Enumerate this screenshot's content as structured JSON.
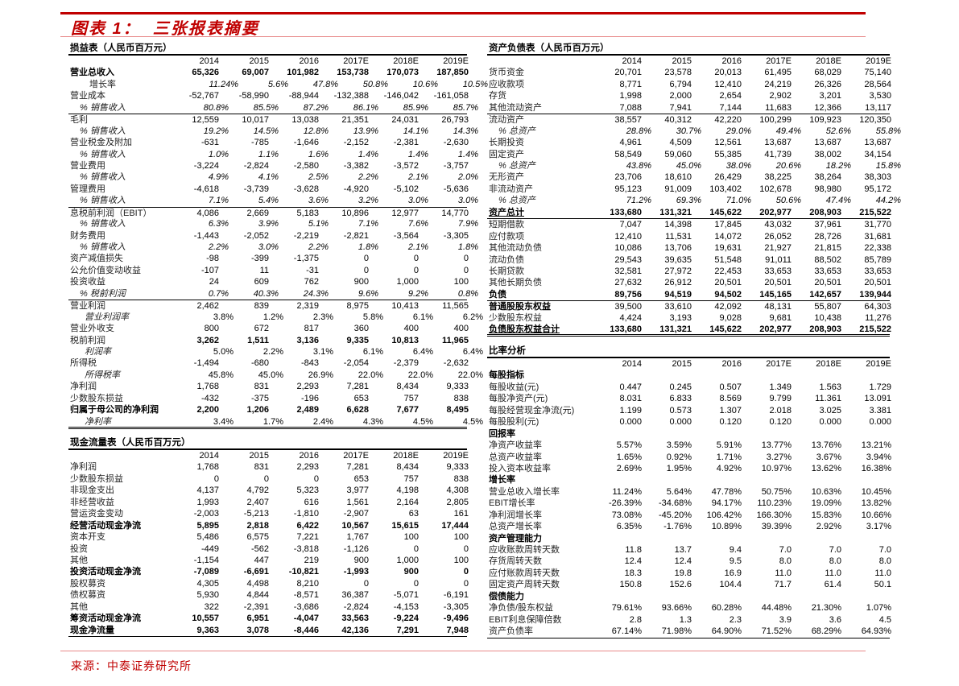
{
  "header": {
    "title": "图表 1：  三张报表摘要"
  },
  "footer": {
    "source": "来源：中泰证券研究所"
  },
  "colors": {
    "accent": "#c00000"
  },
  "years": [
    "2014",
    "2015",
    "2016",
    "2017E",
    "2018E",
    "2019E"
  ],
  "income": {
    "title": "损益表（人民币百万元）",
    "rows": [
      {
        "label": "营业总收入",
        "style": "b",
        "values": [
          "65,326",
          "69,007",
          "101,982",
          "153,738",
          "170,073",
          "187,850"
        ]
      },
      {
        "label": "增长率",
        "style": "g",
        "values": [
          "11.24%",
          "5.6%",
          "47.8%",
          "50.8%",
          "10.6%",
          "10.5%"
        ]
      },
      {
        "label": "营业成本",
        "style": "",
        "values": [
          "-52,767",
          "-58,990",
          "-88,944",
          "-132,388",
          "-146,042",
          "-161,058"
        ]
      },
      {
        "label": "% 销售收入",
        "style": "p",
        "values": [
          "80.8%",
          "85.5%",
          "87.2%",
          "86.1%",
          "85.9%",
          "85.7%"
        ]
      },
      {
        "label": "毛利",
        "style": "top",
        "values": [
          "12,559",
          "10,017",
          "13,038",
          "21,351",
          "24,031",
          "26,793"
        ]
      },
      {
        "label": "% 销售收入",
        "style": "p",
        "values": [
          "19.2%",
          "14.5%",
          "12.8%",
          "13.9%",
          "14.1%",
          "14.3%"
        ]
      },
      {
        "label": "营业税金及附加",
        "style": "",
        "values": [
          "-631",
          "-785",
          "-1,646",
          "-2,152",
          "-2,381",
          "-2,630"
        ]
      },
      {
        "label": "% 销售收入",
        "style": "p",
        "values": [
          "1.0%",
          "1.1%",
          "1.6%",
          "1.4%",
          "1.4%",
          "1.4%"
        ]
      },
      {
        "label": "营业费用",
        "style": "",
        "values": [
          "-3,224",
          "-2,824",
          "-2,580",
          "-3,382",
          "-3,572",
          "-3,757"
        ]
      },
      {
        "label": "% 销售收入",
        "style": "p",
        "values": [
          "4.9%",
          "4.1%",
          "2.5%",
          "2.2%",
          "2.1%",
          "2.0%"
        ]
      },
      {
        "label": "管理费用",
        "style": "",
        "values": [
          "-4,618",
          "-3,739",
          "-3,628",
          "-4,920",
          "-5,102",
          "-5,636"
        ]
      },
      {
        "label": "% 销售收入",
        "style": "p",
        "values": [
          "7.1%",
          "5.4%",
          "3.6%",
          "3.2%",
          "3.0%",
          "3.0%"
        ]
      },
      {
        "label": "息税前利润（EBIT）",
        "style": "top",
        "values": [
          "4,086",
          "2,669",
          "5,183",
          "10,896",
          "12,977",
          "14,770"
        ]
      },
      {
        "label": "% 销售收入",
        "style": "p",
        "values": [
          "6.3%",
          "3.9%",
          "5.1%",
          "7.1%",
          "7.6%",
          "7.9%"
        ]
      },
      {
        "label": "财务费用",
        "style": "",
        "values": [
          "-1,443",
          "-2,052",
          "-2,219",
          "-2,821",
          "-3,564",
          "-3,305"
        ]
      },
      {
        "label": "% 销售收入",
        "style": "p",
        "values": [
          "2.2%",
          "3.0%",
          "2.2%",
          "1.8%",
          "2.1%",
          "1.8%"
        ]
      },
      {
        "label": "资产减值损失",
        "style": "",
        "values": [
          "-98",
          "-399",
          "-1,375",
          "0",
          "0",
          "0"
        ]
      },
      {
        "label": "公允价值变动收益",
        "style": "",
        "values": [
          "-107",
          "11",
          "-31",
          "0",
          "0",
          "0"
        ]
      },
      {
        "label": "投资收益",
        "style": "",
        "values": [
          "24",
          "609",
          "762",
          "900",
          "1,000",
          "100"
        ]
      },
      {
        "label": "% 税前利润",
        "style": "p",
        "values": [
          "0.7%",
          "40.3%",
          "24.3%",
          "9.6%",
          "9.2%",
          "0.8%"
        ]
      },
      {
        "label": "营业利润",
        "style": "top",
        "values": [
          "2,462",
          "839",
          "2,319",
          "8,975",
          "10,413",
          "11,565"
        ]
      },
      {
        "label": "营业利润率",
        "style": "pi",
        "values": [
          "3.8%",
          "1.2%",
          "2.3%",
          "5.8%",
          "6.1%",
          "6.2%"
        ]
      },
      {
        "label": "营业外收支",
        "style": "",
        "values": [
          "800",
          "672",
          "817",
          "360",
          "400",
          "400"
        ]
      },
      {
        "label": "税前利润",
        "style": "bv",
        "values": [
          "3,262",
          "1,511",
          "3,136",
          "9,335",
          "10,813",
          "11,965"
        ]
      },
      {
        "label": "利润率",
        "style": "pi",
        "values": [
          "5.0%",
          "2.2%",
          "3.1%",
          "6.1%",
          "6.4%",
          "6.4%"
        ]
      },
      {
        "label": "所得税",
        "style": "",
        "values": [
          "-1,494",
          "-680",
          "-843",
          "-2,054",
          "-2,379",
          "-2,632"
        ]
      },
      {
        "label": "所得税率",
        "style": "pi",
        "values": [
          "45.8%",
          "45.0%",
          "26.9%",
          "22.0%",
          "22.0%",
          "22.0%"
        ]
      },
      {
        "label": "净利润",
        "style": "",
        "values": [
          "1,768",
          "831",
          "2,293",
          "7,281",
          "8,434",
          "9,333"
        ]
      },
      {
        "label": "少数股东损益",
        "style": "",
        "values": [
          "-432",
          "-375",
          "-196",
          "653",
          "757",
          "838"
        ]
      },
      {
        "label": "归属于母公司的净利润",
        "style": "b",
        "values": [
          "2,200",
          "1,206",
          "2,489",
          "6,628",
          "7,677",
          "8,495"
        ]
      },
      {
        "label": "净利率",
        "style": "pi last",
        "values": [
          "3.4%",
          "1.7%",
          "2.4%",
          "4.3%",
          "4.5%",
          "4.5%"
        ]
      }
    ]
  },
  "cashflow": {
    "title": "现金流量表（人民币百万元）",
    "rows": [
      {
        "label": "净利润",
        "style": "",
        "values": [
          "1,768",
          "831",
          "2,293",
          "7,281",
          "8,434",
          "9,333"
        ]
      },
      {
        "label": "少数股东损益",
        "style": "",
        "values": [
          "0",
          "0",
          "0",
          "653",
          "757",
          "838"
        ]
      },
      {
        "label": "非现金支出",
        "style": "",
        "values": [
          "4,137",
          "4,792",
          "5,323",
          "3,977",
          "4,198",
          "4,308"
        ]
      },
      {
        "label": "非经营收益",
        "style": "",
        "values": [
          "1,993",
          "2,407",
          "616",
          "1,561",
          "2,164",
          "2,805"
        ]
      },
      {
        "label": "营运资金变动",
        "style": "",
        "values": [
          "-2,003",
          "-5,213",
          "-1,810",
          "-2,907",
          "63",
          "161"
        ]
      },
      {
        "label": "经营活动现金净流",
        "style": "b",
        "values": [
          "5,895",
          "2,818",
          "6,422",
          "10,567",
          "15,615",
          "17,444"
        ]
      },
      {
        "label": "资本开支",
        "style": "",
        "values": [
          "5,486",
          "6,575",
          "7,221",
          "1,767",
          "100",
          "100"
        ]
      },
      {
        "label": "投资",
        "style": "",
        "values": [
          "-449",
          "-562",
          "-3,818",
          "-1,126",
          "0",
          "0"
        ]
      },
      {
        "label": "其他",
        "style": "",
        "values": [
          "-1,154",
          "447",
          "219",
          "900",
          "1,000",
          "100"
        ]
      },
      {
        "label": "投资活动现金净流",
        "style": "b",
        "values": [
          "-7,089",
          "-6,691",
          "-10,821",
          "-1,993",
          "900",
          "0"
        ]
      },
      {
        "label": "股权募资",
        "style": "",
        "values": [
          "4,305",
          "4,498",
          "8,210",
          "0",
          "0",
          "0"
        ]
      },
      {
        "label": "债权募资",
        "style": "",
        "values": [
          "5,930",
          "4,844",
          "-8,571",
          "36,387",
          "-5,071",
          "-6,191"
        ]
      },
      {
        "label": "其他",
        "style": "",
        "values": [
          "322",
          "-2,391",
          "-3,686",
          "-2,824",
          "-4,153",
          "-3,305"
        ]
      },
      {
        "label": "筹资活动现金净流",
        "style": "b",
        "values": [
          "10,557",
          "6,951",
          "-4,047",
          "33,563",
          "-9,224",
          "-9,496"
        ]
      },
      {
        "label": "现金净流量",
        "style": "b lastthin",
        "values": [
          "9,363",
          "3,078",
          "-8,446",
          "42,136",
          "7,291",
          "7,948"
        ]
      }
    ]
  },
  "balance": {
    "title": "资产负债表（人民币百万元）",
    "rows": [
      {
        "label": "货币资金",
        "style": "",
        "values": [
          "20,701",
          "23,578",
          "20,013",
          "61,495",
          "68,029",
          "75,140"
        ]
      },
      {
        "label": "应收款项",
        "style": "",
        "values": [
          "8,771",
          "6,794",
          "12,410",
          "24,219",
          "26,326",
          "28,564"
        ]
      },
      {
        "label": "存货",
        "style": "",
        "values": [
          "1,998",
          "2,000",
          "2,654",
          "2,902",
          "3,201",
          "3,530"
        ]
      },
      {
        "label": "其他流动资产",
        "style": "",
        "values": [
          "7,088",
          "7,941",
          "7,144",
          "11,683",
          "12,366",
          "13,117"
        ]
      },
      {
        "label": "流动资产",
        "style": "top",
        "values": [
          "38,557",
          "40,312",
          "42,220",
          "100,299",
          "109,923",
          "120,350"
        ]
      },
      {
        "label": "% 总资产",
        "style": "p",
        "values": [
          "28.8%",
          "30.7%",
          "29.0%",
          "49.4%",
          "52.6%",
          "55.8%"
        ]
      },
      {
        "label": "长期投资",
        "style": "",
        "values": [
          "4,961",
          "4,509",
          "12,561",
          "13,687",
          "13,687",
          "13,687"
        ]
      },
      {
        "label": "固定资产",
        "style": "",
        "values": [
          "58,549",
          "59,060",
          "55,385",
          "41,739",
          "38,002",
          "34,154"
        ]
      },
      {
        "label": "% 总资产",
        "style": "p",
        "values": [
          "43.8%",
          "45.0%",
          "38.0%",
          "20.6%",
          "18.2%",
          "15.8%"
        ]
      },
      {
        "label": "无形资产",
        "style": "",
        "values": [
          "23,706",
          "18,610",
          "26,429",
          "38,225",
          "38,264",
          "38,303"
        ]
      },
      {
        "label": "非流动资产",
        "style": "",
        "values": [
          "95,123",
          "91,009",
          "103,402",
          "102,678",
          "98,980",
          "95,172"
        ]
      },
      {
        "label": "% 总资产",
        "style": "p",
        "values": [
          "71.2%",
          "69.3%",
          "71.0%",
          "50.6%",
          "47.4%",
          "44.2%"
        ]
      },
      {
        "label": "资产总计",
        "style": "b u lastthin",
        "values": [
          "133,680",
          "131,321",
          "145,622",
          "202,977",
          "208,903",
          "215,522"
        ]
      },
      {
        "label": "短期借款",
        "style": "",
        "values": [
          "7,047",
          "14,398",
          "17,845",
          "43,032",
          "37,961",
          "31,770"
        ]
      },
      {
        "label": "应付款项",
        "style": "",
        "values": [
          "12,410",
          "11,531",
          "14,072",
          "26,052",
          "28,726",
          "31,681"
        ]
      },
      {
        "label": "其他流动负债",
        "style": "",
        "values": [
          "10,086",
          "13,706",
          "19,631",
          "21,927",
          "21,815",
          "22,338"
        ]
      },
      {
        "label": "流动负债",
        "style": "",
        "values": [
          "29,543",
          "39,635",
          "51,548",
          "91,011",
          "88,502",
          "85,789"
        ]
      },
      {
        "label": "长期贷款",
        "style": "",
        "values": [
          "32,581",
          "27,972",
          "22,453",
          "33,653",
          "33,653",
          "33,653"
        ]
      },
      {
        "label": "其他长期负债",
        "style": "",
        "values": [
          "27,632",
          "26,912",
          "20,501",
          "20,501",
          "20,501",
          "20,501"
        ]
      },
      {
        "label": "负债",
        "style": "b",
        "values": [
          "89,756",
          "94,519",
          "94,502",
          "145,165",
          "142,657",
          "139,944"
        ]
      },
      {
        "label": "普通股股东权益",
        "style": "h top",
        "values": [
          "39,500",
          "33,610",
          "42,092",
          "48,131",
          "55,807",
          "64,303"
        ]
      },
      {
        "label": "少数股东权益",
        "style": "",
        "values": [
          "4,424",
          "3,193",
          "9,028",
          "9,681",
          "10,438",
          "11,276"
        ]
      },
      {
        "label": "负债股东权益合计",
        "style": "b u last",
        "values": [
          "133,680",
          "131,321",
          "145,622",
          "202,977",
          "208,903",
          "215,522"
        ]
      }
    ]
  },
  "ratios": {
    "title": "比率分析",
    "rows": [
      {
        "label": "每股指标",
        "style": "h",
        "values": []
      },
      {
        "label": "每股收益(元)",
        "style": "",
        "values": [
          "0.447",
          "0.245",
          "0.507",
          "1.349",
          "1.563",
          "1.729"
        ]
      },
      {
        "label": "每股净资产(元)",
        "style": "",
        "values": [
          "8.031",
          "6.833",
          "8.569",
          "9.799",
          "11.361",
          "13.091"
        ]
      },
      {
        "label": "每股经营现金净流(元)",
        "style": "",
        "values": [
          "1.199",
          "0.573",
          "1.307",
          "2.018",
          "3.025",
          "3.381"
        ]
      },
      {
        "label": "每股股利(元)",
        "style": "",
        "values": [
          "0.000",
          "0.000",
          "0.120",
          "0.120",
          "0.000",
          "0.000"
        ]
      },
      {
        "label": "回报率",
        "style": "h",
        "values": []
      },
      {
        "label": "净资产收益率",
        "style": "",
        "values": [
          "5.57%",
          "3.59%",
          "5.91%",
          "13.77%",
          "13.76%",
          "13.21%"
        ]
      },
      {
        "label": "总资产收益率",
        "style": "",
        "values": [
          "1.65%",
          "0.92%",
          "1.71%",
          "3.27%",
          "3.67%",
          "3.94%"
        ]
      },
      {
        "label": "投入资本收益率",
        "style": "",
        "values": [
          "2.69%",
          "1.95%",
          "4.92%",
          "10.97%",
          "13.62%",
          "16.38%"
        ]
      },
      {
        "label": "增长率",
        "style": "h",
        "values": []
      },
      {
        "label": "营业总收入增长率",
        "style": "",
        "values": [
          "11.24%",
          "5.64%",
          "47.78%",
          "50.75%",
          "10.63%",
          "10.45%"
        ]
      },
      {
        "label": "EBIT增长率",
        "style": "",
        "values": [
          "-26.39%",
          "-34.68%",
          "94.17%",
          "110.23%",
          "19.09%",
          "13.82%"
        ]
      },
      {
        "label": "净利润增长率",
        "style": "",
        "values": [
          "73.08%",
          "-45.20%",
          "106.42%",
          "166.30%",
          "15.83%",
          "10.66%"
        ]
      },
      {
        "label": "总资产增长率",
        "style": "",
        "values": [
          "6.35%",
          "-1.76%",
          "10.89%",
          "39.39%",
          "2.92%",
          "3.17%"
        ]
      },
      {
        "label": "资产管理能力",
        "style": "h",
        "values": []
      },
      {
        "label": "应收账款周转天数",
        "style": "",
        "values": [
          "11.8",
          "13.7",
          "9.4",
          "7.0",
          "7.0",
          "7.0"
        ]
      },
      {
        "label": "存货周转天数",
        "style": "",
        "values": [
          "12.4",
          "12.4",
          "9.5",
          "8.0",
          "8.0",
          "8.0"
        ]
      },
      {
        "label": "应付账款周转天数",
        "style": "",
        "values": [
          "18.3",
          "19.8",
          "16.9",
          "11.0",
          "11.0",
          "11.0"
        ]
      },
      {
        "label": "固定资产周转天数",
        "style": "",
        "values": [
          "150.8",
          "152.6",
          "104.4",
          "71.7",
          "61.4",
          "50.1"
        ]
      },
      {
        "label": "偿债能力",
        "style": "h",
        "values": []
      },
      {
        "label": "净负债/股东权益",
        "style": "",
        "values": [
          "79.61%",
          "93.66%",
          "60.28%",
          "44.48%",
          "21.30%",
          "1.07%"
        ]
      },
      {
        "label": "EBIT利息保障倍数",
        "style": "",
        "values": [
          "2.8",
          "1.3",
          "2.3",
          "3.9",
          "3.6",
          "4.5"
        ]
      },
      {
        "label": "资产负债率",
        "style": "lastthin",
        "values": [
          "67.14%",
          "71.98%",
          "64.90%",
          "71.52%",
          "68.29%",
          "64.93%"
        ]
      }
    ]
  }
}
